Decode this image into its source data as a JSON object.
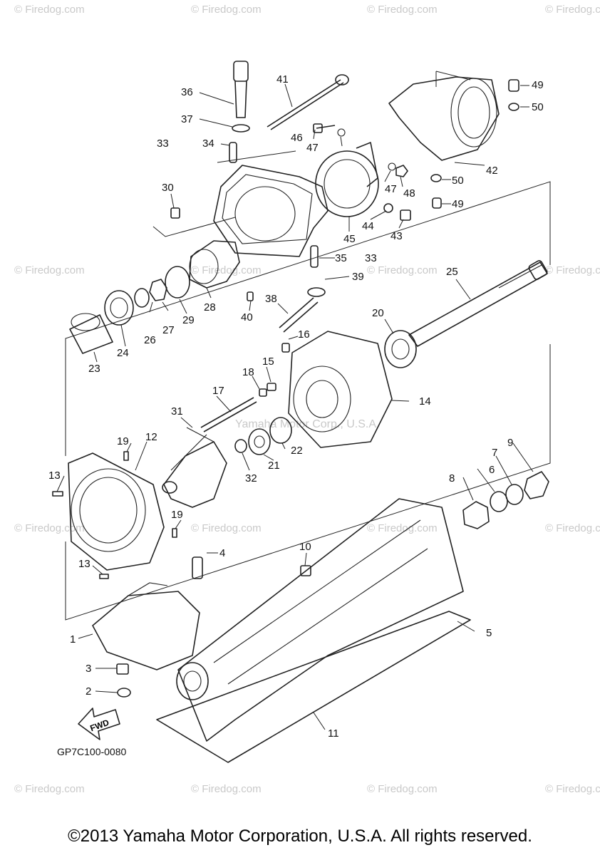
{
  "watermark": "© Firedog.com",
  "mid_watermark": "Yamaha Motor Corp., U.S.A.",
  "arrow_label": "FWD",
  "diagram_code": "GP7C100-0080",
  "copyright": "©2013 Yamaha Motor Corporation, U.S.A. All rights reserved.",
  "callouts": {
    "c1": "1",
    "c2": "2",
    "c3": "3",
    "c4": "4",
    "c5": "5",
    "c6": "6",
    "c7": "7",
    "c8": "8",
    "c9": "9",
    "c10": "10",
    "c11": "11",
    "c12": "12",
    "c13a": "13",
    "c13b": "13",
    "c14": "14",
    "c15": "15",
    "c16": "16",
    "c17": "17",
    "c18": "18",
    "c19a": "19",
    "c19b": "19",
    "c20": "20",
    "c21": "21",
    "c22": "22",
    "c23": "23",
    "c24": "24",
    "c25": "25",
    "c26": "26",
    "c27": "27",
    "c28": "28",
    "c29": "29",
    "c30": "30",
    "c31": "31",
    "c32": "32",
    "c33a": "33",
    "c33b": "33",
    "c34": "34",
    "c35": "35",
    "c36": "36",
    "c37": "37",
    "c38": "38",
    "c39": "39",
    "c40": "40",
    "c41": "41",
    "c42": "42",
    "c43": "43",
    "c44": "44",
    "c45": "45",
    "c46": "46",
    "c47a": "47",
    "c47b": "47",
    "c48": "48",
    "c49a": "49",
    "c49b": "49",
    "c50a": "50",
    "c50b": "50"
  }
}
